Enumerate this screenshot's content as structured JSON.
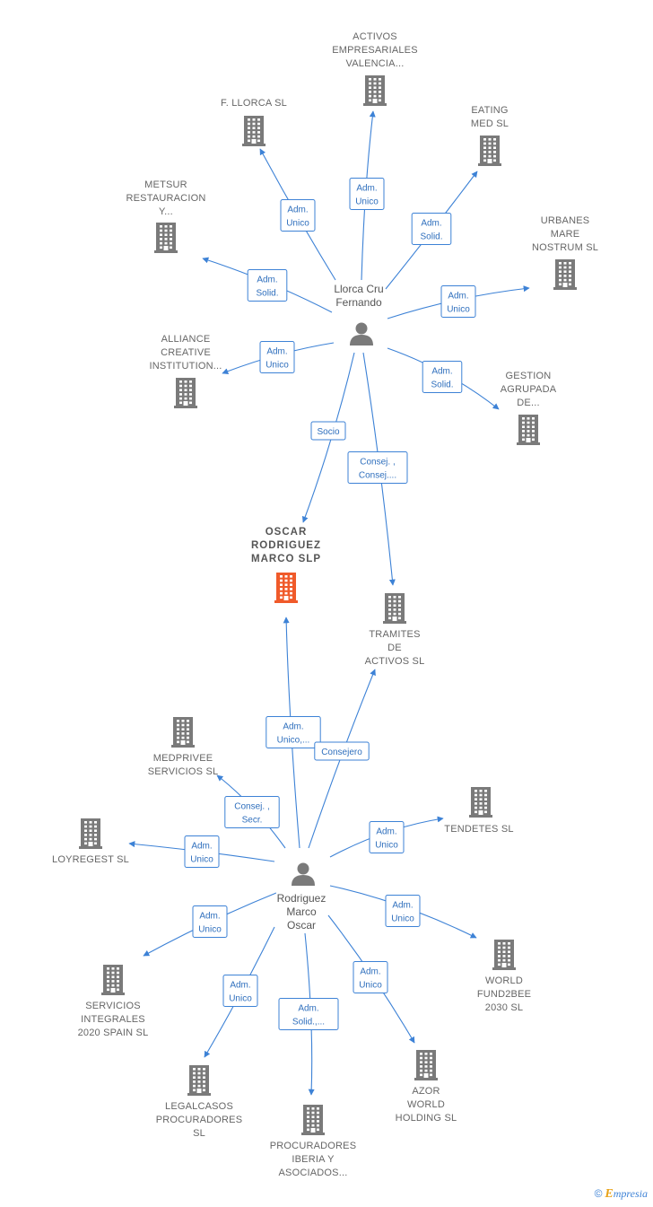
{
  "persons": [
    {
      "id": "llorca",
      "name_lines": [
        "Llorca Cru",
        "Fernando"
      ]
    },
    {
      "id": "rodriguez",
      "name_lines": [
        "Rodriguez",
        "Marco",
        "Oscar"
      ]
    }
  ],
  "companies": [
    {
      "id": "activos",
      "label_lines": [
        "ACTIVOS",
        "EMPRESARIALES",
        "VALENCIA..."
      ],
      "focus": false
    },
    {
      "id": "fllorca",
      "label_lines": [
        "F.  LLORCA SL"
      ],
      "focus": false
    },
    {
      "id": "eating",
      "label_lines": [
        "EATING",
        "MED SL"
      ],
      "focus": false
    },
    {
      "id": "metsur",
      "label_lines": [
        "METSUR",
        "RESTAURACION",
        "Y..."
      ],
      "focus": false
    },
    {
      "id": "urbanes",
      "label_lines": [
        "URBANES",
        "MARE",
        "NOSTRUM SL"
      ],
      "focus": false
    },
    {
      "id": "alliance",
      "label_lines": [
        "ALLIANCE",
        "CREATIVE",
        "INSTITUTION..."
      ],
      "focus": false
    },
    {
      "id": "gestion",
      "label_lines": [
        "GESTION",
        "AGRUPADA",
        "DE..."
      ],
      "focus": false
    },
    {
      "id": "oscar",
      "label_lines": [
        "OSCAR",
        "RODRIGUEZ",
        "MARCO  SLP"
      ],
      "focus": true
    },
    {
      "id": "tramites",
      "label_lines": [
        "TRAMITES",
        "DE",
        "ACTIVOS  SL"
      ],
      "focus": false
    },
    {
      "id": "medprivee",
      "label_lines": [
        "MEDPRIVEE",
        "SERVICIOS SL"
      ],
      "focus": false
    },
    {
      "id": "tendetes",
      "label_lines": [
        "TENDETES SL"
      ],
      "focus": false
    },
    {
      "id": "loyregest",
      "label_lines": [
        "LOYREGEST SL"
      ],
      "focus": false
    },
    {
      "id": "world",
      "label_lines": [
        "WORLD",
        "FUND2BEE",
        "2030  SL"
      ],
      "focus": false
    },
    {
      "id": "servicios",
      "label_lines": [
        "SERVICIOS",
        "INTEGRALES",
        "2020 SPAIN  SL"
      ],
      "focus": false
    },
    {
      "id": "legalcasos",
      "label_lines": [
        "LEGALCASOS",
        "PROCURADORES",
        "SL"
      ],
      "focus": false
    },
    {
      "id": "azor",
      "label_lines": [
        "AZOR",
        "WORLD",
        "HOLDING  SL"
      ],
      "focus": false
    },
    {
      "id": "procuradores",
      "label_lines": [
        "PROCURADORES",
        "IBERIA Y",
        "ASOCIADOS..."
      ],
      "focus": false
    }
  ],
  "relations": [
    {
      "from": "llorca",
      "to": "activos",
      "label_lines": [
        "Adm.",
        "Unico"
      ]
    },
    {
      "from": "llorca",
      "to": "fllorca",
      "label_lines": [
        "Adm.",
        "Unico"
      ]
    },
    {
      "from": "llorca",
      "to": "eating",
      "label_lines": [
        "Adm.",
        "Solid."
      ]
    },
    {
      "from": "llorca",
      "to": "metsur",
      "label_lines": [
        "Adm.",
        "Solid."
      ]
    },
    {
      "from": "llorca",
      "to": "urbanes",
      "label_lines": [
        "Adm.",
        "Unico"
      ]
    },
    {
      "from": "llorca",
      "to": "alliance",
      "label_lines": [
        "Adm.",
        "Unico"
      ]
    },
    {
      "from": "llorca",
      "to": "gestion",
      "label_lines": [
        "Adm.",
        "Solid."
      ]
    },
    {
      "from": "llorca",
      "to": "oscar",
      "label_lines": [
        "Socio"
      ]
    },
    {
      "from": "llorca",
      "to": "tramites",
      "label_lines": [
        "Consej. ,",
        "Consej...."
      ]
    },
    {
      "from": "rodriguez",
      "to": "oscar",
      "label_lines": [
        "Adm.",
        "Unico,..."
      ]
    },
    {
      "from": "rodriguez",
      "to": "tramites",
      "label_lines": [
        "Consejero"
      ]
    },
    {
      "from": "rodriguez",
      "to": "medprivee",
      "label_lines": [
        "Consej. ,",
        "Secr."
      ]
    },
    {
      "from": "rodriguez",
      "to": "tendetes",
      "label_lines": [
        "Adm.",
        "Unico"
      ]
    },
    {
      "from": "rodriguez",
      "to": "loyregest",
      "label_lines": [
        "Adm.",
        "Unico"
      ]
    },
    {
      "from": "rodriguez",
      "to": "world",
      "label_lines": [
        "Adm.",
        "Unico"
      ]
    },
    {
      "from": "rodriguez",
      "to": "servicios",
      "label_lines": [
        "Adm.",
        "Unico"
      ]
    },
    {
      "from": "rodriguez",
      "to": "legalcasos",
      "label_lines": [
        "Adm.",
        "Unico"
      ]
    },
    {
      "from": "rodriguez",
      "to": "azor",
      "label_lines": [
        "Adm.",
        "Unico"
      ]
    },
    {
      "from": "rodriguez",
      "to": "procuradores",
      "label_lines": [
        "Adm.",
        "Solid.,..."
      ]
    }
  ],
  "colors": {
    "edge": "#3d82d6",
    "building": "#7a7a7a",
    "building_focus": "#f05a2a",
    "person": "#7a7a7a"
  },
  "footer": {
    "copyright_symbol": "©",
    "brand_initial": "E",
    "brand_rest": "mpresia"
  }
}
